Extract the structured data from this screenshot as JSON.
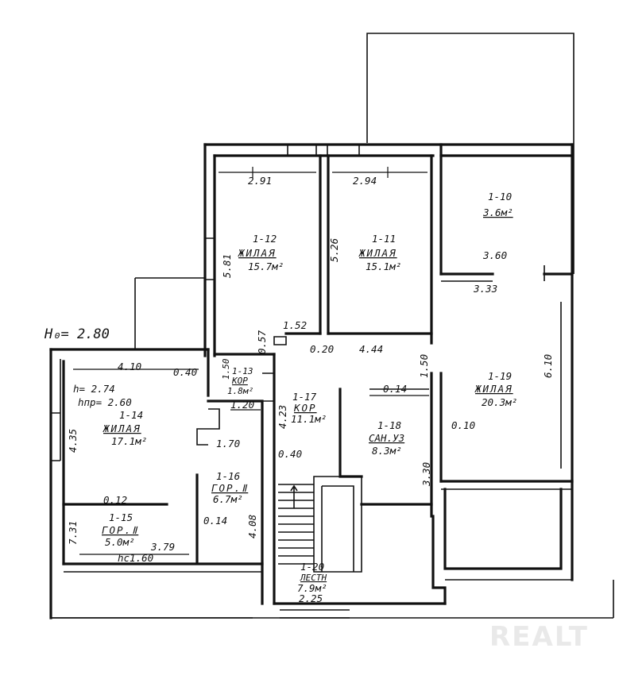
{
  "plan": {
    "level_height": "H₀= 2.80",
    "room_heights": {
      "h": "h= 2.74",
      "hpr": "hпр= 2.60"
    },
    "rooms": [
      {
        "id": "1-10",
        "name": "",
        "area": "3.6м²"
      },
      {
        "id": "1-11",
        "name": "ЖИЛАЯ",
        "area": "15.1м²"
      },
      {
        "id": "1-12",
        "name": "ЖИЛАЯ",
        "area": "15.7м²"
      },
      {
        "id": "1-13",
        "name": "КОР",
        "area": "1.8м²"
      },
      {
        "id": "1-14",
        "name": "ЖИЛАЯ",
        "area": "17.1м²"
      },
      {
        "id": "1-15",
        "name": "ГОР.Ⅱ",
        "area": "5.0м²"
      },
      {
        "id": "1-16",
        "name": "ГОР.Ⅱ",
        "area": "6.7м²"
      },
      {
        "id": "1-17",
        "name": "КОР",
        "area": "11.1м²"
      },
      {
        "id": "1-18",
        "name": "САН.УЗ",
        "area": "8.3м²"
      },
      {
        "id": "1-19",
        "name": "ЖИЛАЯ",
        "area": "20.3м²"
      },
      {
        "id": "1-20",
        "name": "ЛЕСТН",
        "area": "7.9м²"
      }
    ],
    "dimensions": {
      "d_291": "2.91",
      "d_294": "2.94",
      "d_360": "3.60",
      "d_333": "3.33",
      "d_581": "5.81",
      "d_526": "5.26",
      "d_152": "1.52",
      "d_057": "0.57",
      "d_020": "0.20",
      "d_444": "4.44",
      "d_150a": "1.50",
      "d_610": "6.10",
      "d_410": "4.10",
      "d_040": "0.40",
      "d_150b": "1.50",
      "d_014a": "0.14",
      "d_010": "0.10",
      "d_120": "1.20",
      "d_435": "4.35",
      "d_423": "4.23",
      "d_170": "1.70",
      "d_040b": "0.40",
      "d_330": "3.30",
      "d_012": "0.12",
      "d_014b": "0.14",
      "d_408": "4.08",
      "d_731": "7.31",
      "d_379": "3.79",
      "d_hc160": "hс1.60",
      "d_225": "2.25"
    }
  },
  "watermark": "REALT"
}
